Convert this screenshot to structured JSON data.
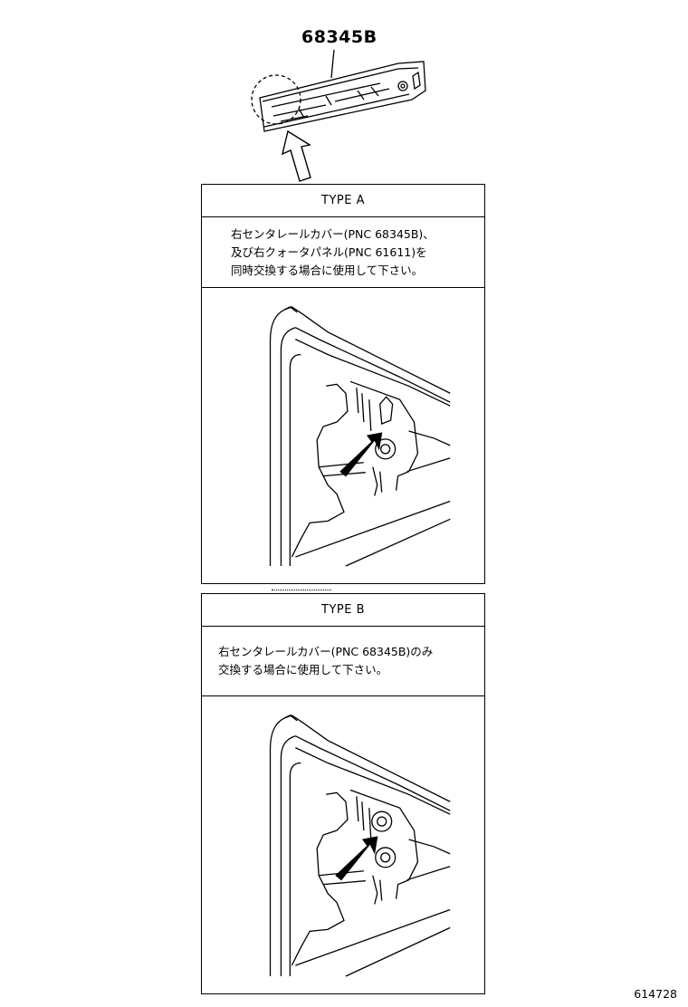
{
  "top_part": {
    "part_number": "68345B"
  },
  "type_a": {
    "header": "TYPE  A",
    "note_lines": [
      "右センタレールカバー(PNC 68345B)、",
      "及び右クォータパネル(PNC 61611)を",
      "同時交換する場合に使用して下さい。"
    ]
  },
  "type_b": {
    "header": "TYPE  B",
    "note_lines": [
      "右センタレールカバー(PNC 68345B)のみ",
      "交換する場合に使用して下さい。"
    ]
  },
  "reference_code": "614728",
  "icons": [
    "direction-arrow-icon",
    "pointer-arrow-icon"
  ]
}
